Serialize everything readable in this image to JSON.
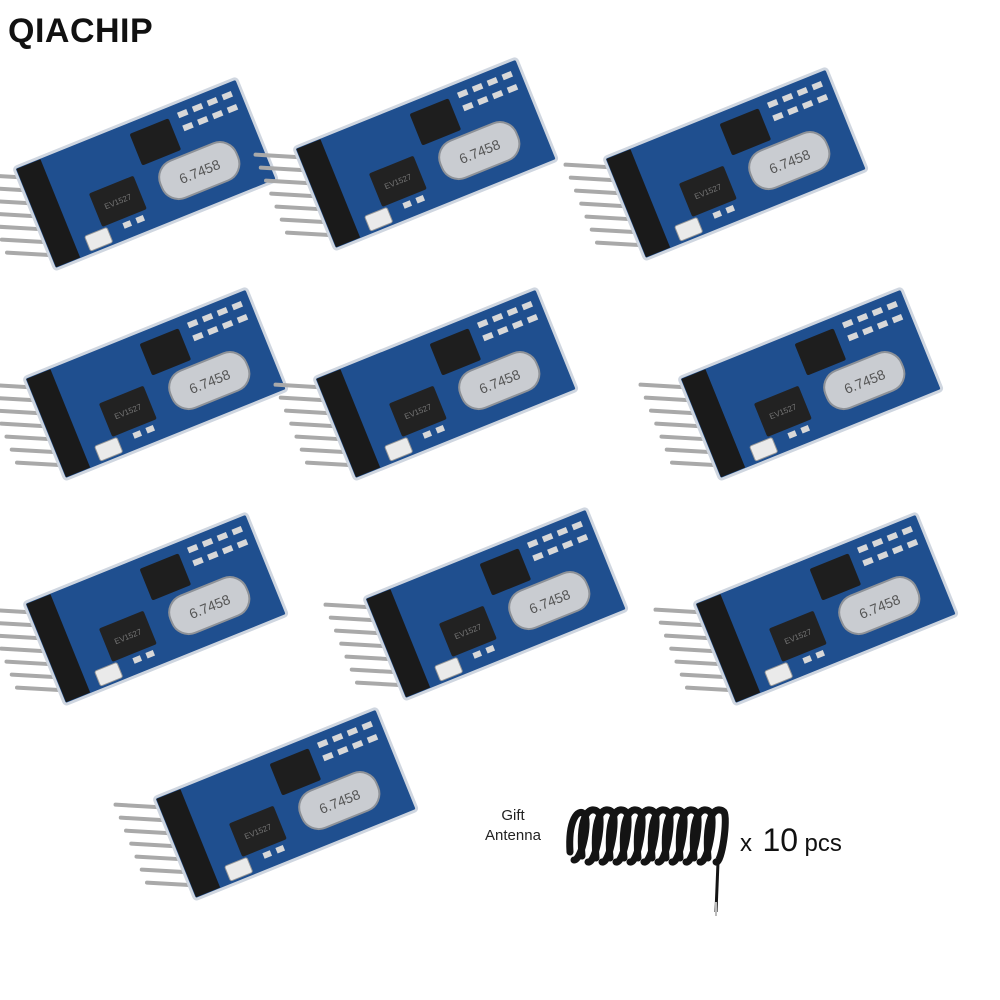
{
  "brand": "QIACHIP",
  "module": {
    "crystal_label": "6.7458",
    "chip_label": "EV1527"
  },
  "modules": [
    {
      "id": "module-1"
    },
    {
      "id": "module-2"
    },
    {
      "id": "module-3"
    },
    {
      "id": "module-4"
    },
    {
      "id": "module-5"
    },
    {
      "id": "module-6"
    },
    {
      "id": "module-7"
    },
    {
      "id": "module-8"
    },
    {
      "id": "module-9"
    },
    {
      "id": "module-10"
    }
  ],
  "gift": {
    "line1": "Gift",
    "line2": "Antenna"
  },
  "quantity": {
    "prefix": "x",
    "count": "10",
    "unit": "pcs"
  },
  "colors": {
    "pcb": "#1f4f8f",
    "header": "#1a1a1a",
    "pins": "#b8b8b8",
    "crystal": "#c9ccd1",
    "antenna": "#141414"
  }
}
